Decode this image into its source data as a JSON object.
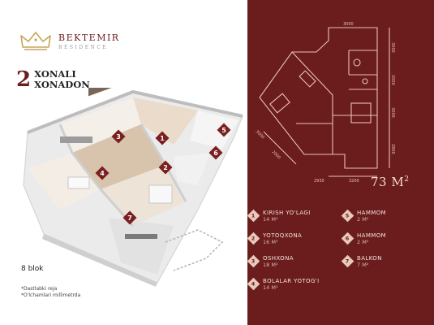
{
  "brand": {
    "name": "BEKTEMIR",
    "subtitle": "RESIDENCE"
  },
  "title": {
    "number": "2",
    "line1": "XONALI",
    "line2": "XONADON"
  },
  "blok": "8 blok",
  "notes": {
    "line1": "*Dastlabki reja",
    "line2": "*O'lchamlari millimetrda"
  },
  "area": {
    "value": "73 M",
    "unit_sup": "2"
  },
  "dimensions": {
    "top": "3000",
    "right1": "3000",
    "right2": "2000",
    "right3": "3000",
    "right4": "2800",
    "left1": "3000",
    "left2": "2000",
    "bottom1": "2930",
    "bottom2": "3200"
  },
  "rooms": [
    {
      "num": "1",
      "name": "KIRISH YO'LAGI",
      "size": "14 M²"
    },
    {
      "num": "2",
      "name": "YOTOQXONA",
      "size": "16 M²"
    },
    {
      "num": "3",
      "name": "OSHXONA",
      "size": "18 M²"
    },
    {
      "num": "4",
      "name": "BOLALAR YOTOG'I",
      "size": "14 M²"
    },
    {
      "num": "5",
      "name": "HAMMOM",
      "size": "2 M²"
    },
    {
      "num": "6",
      "name": "HAMMOM",
      "size": "2 M²"
    },
    {
      "num": "7",
      "name": "BALKON",
      "size": "7 M²"
    }
  ],
  "iso_markers": [
    {
      "num": "1"
    },
    {
      "num": "2"
    },
    {
      "num": "3"
    },
    {
      "num": "4"
    },
    {
      "num": "5"
    },
    {
      "num": "6"
    },
    {
      "num": "7"
    }
  ],
  "colors": {
    "brand": "#6b1c1c",
    "badge": "#e9c9bd",
    "plan_lines": "#e7c2b5"
  }
}
